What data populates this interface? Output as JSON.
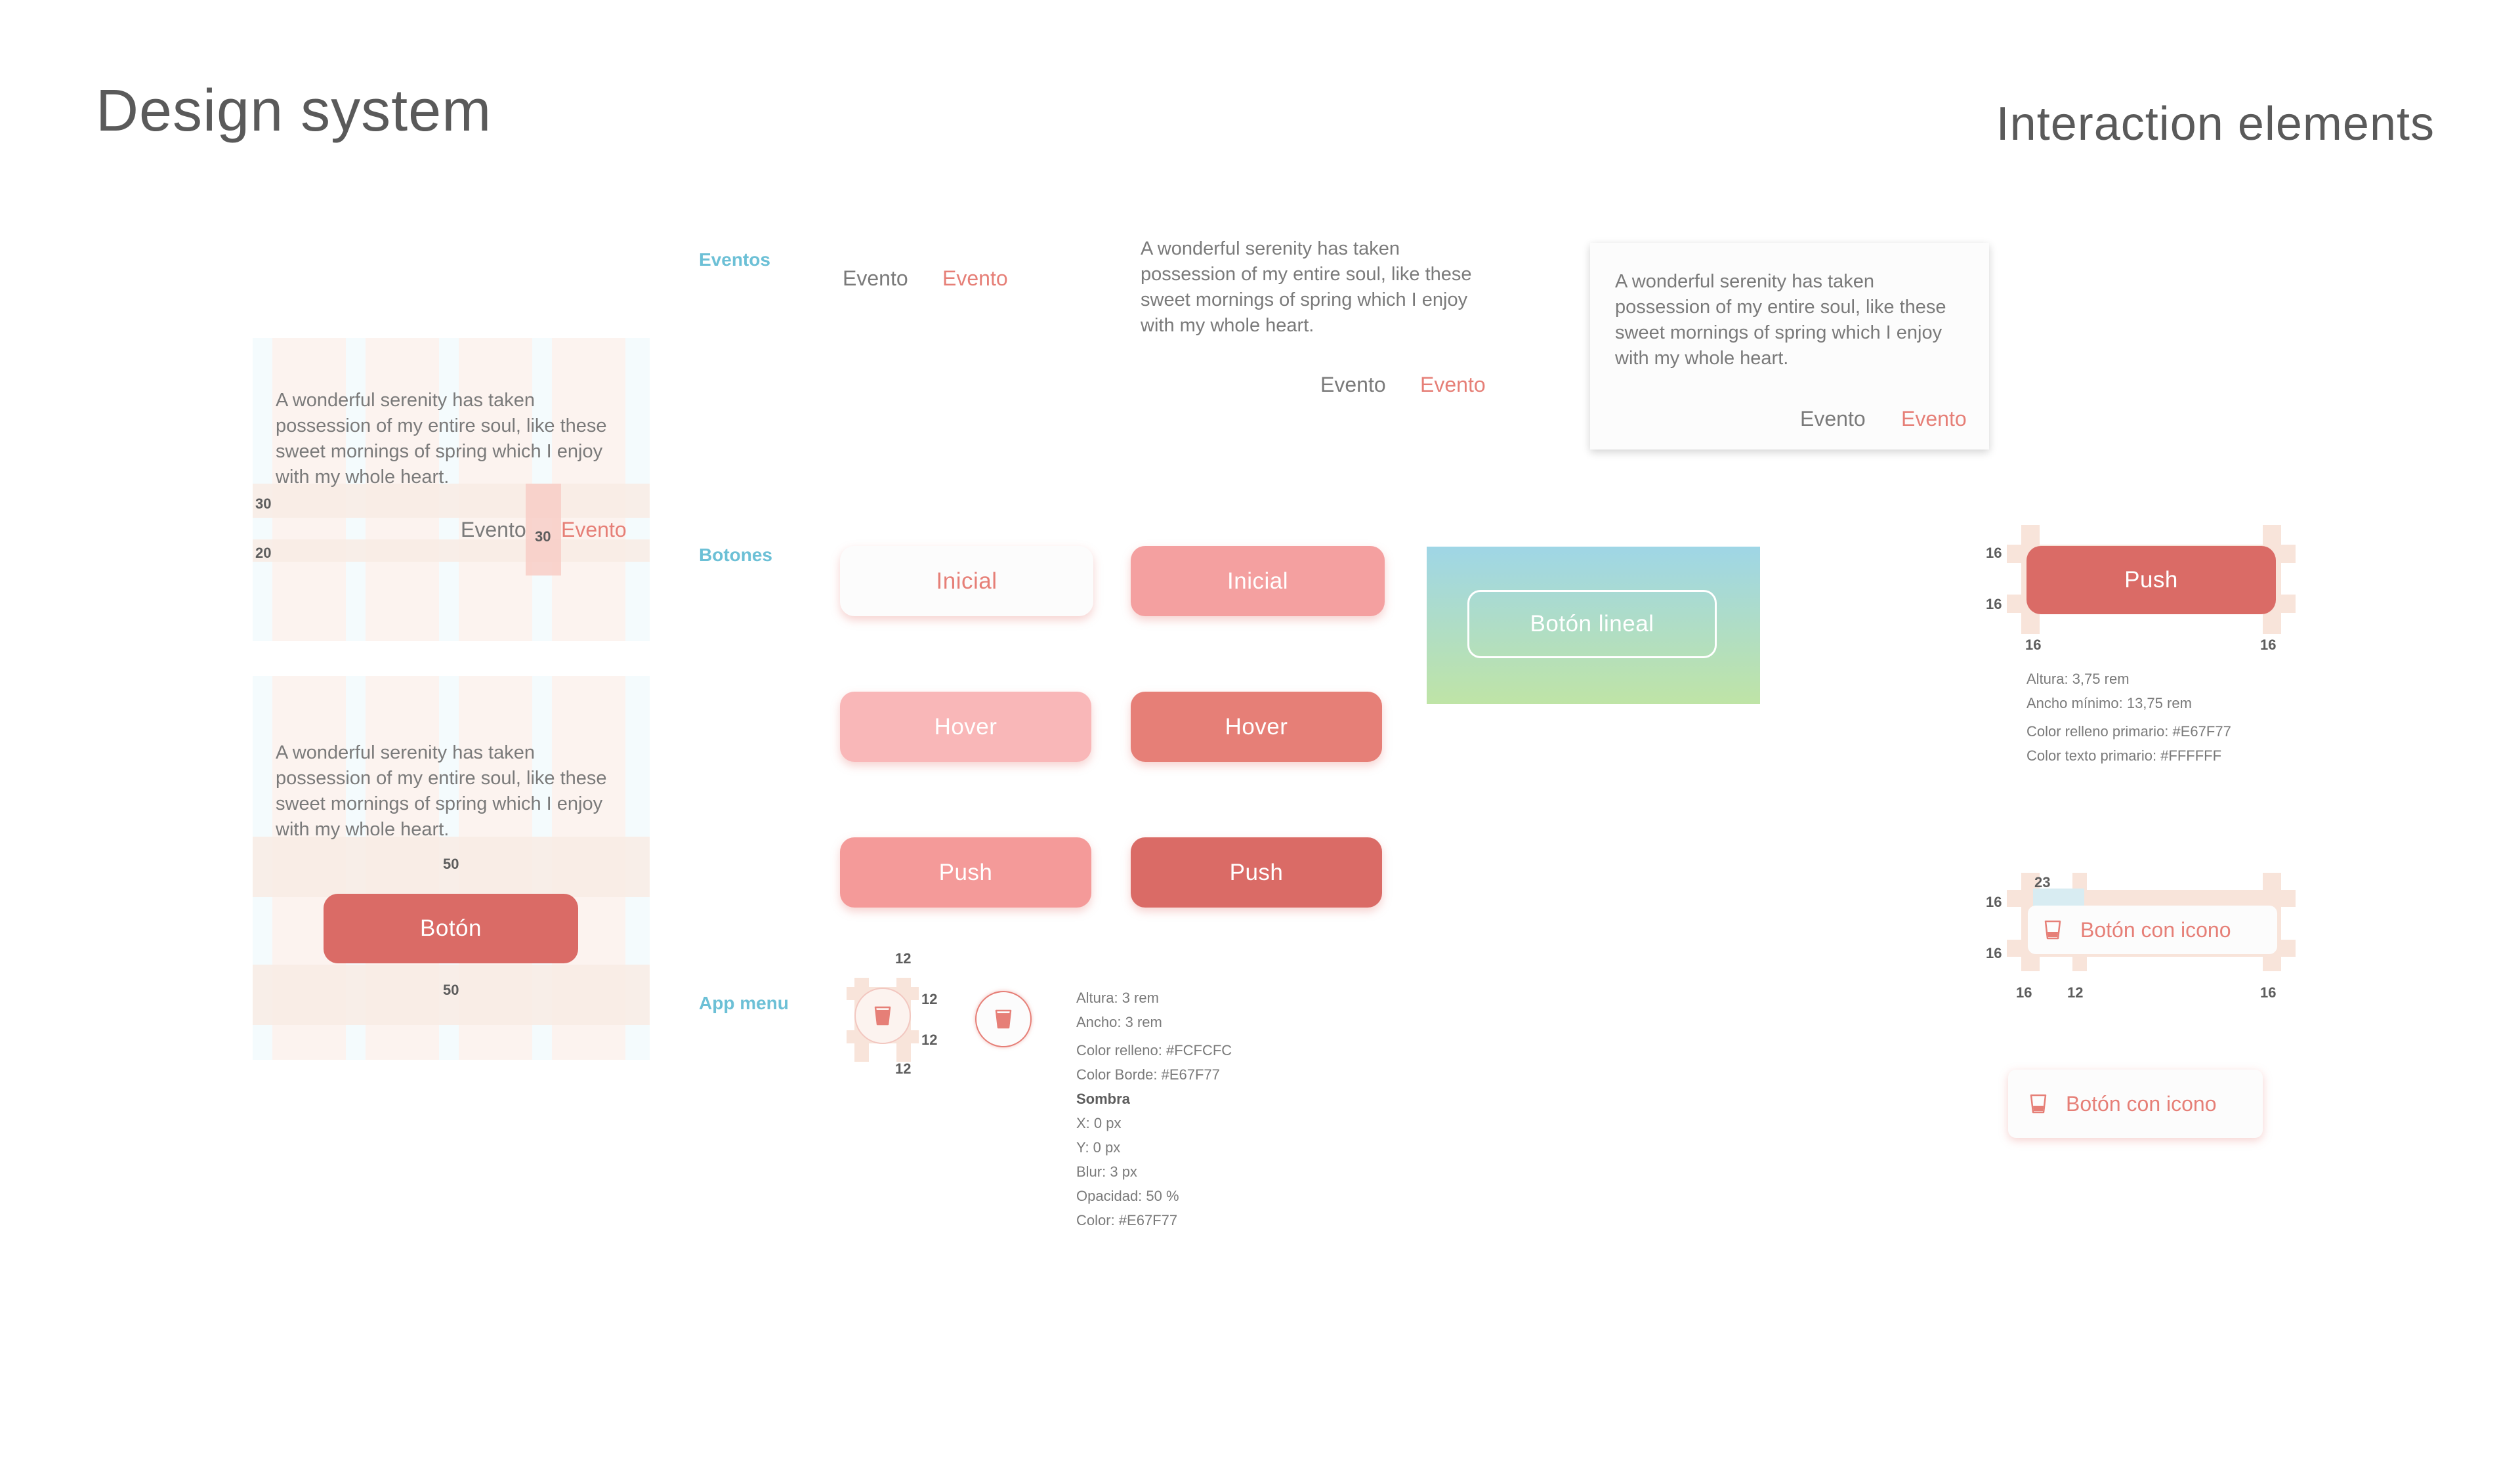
{
  "header": {
    "title": "Design system",
    "subtitle": "Interaction elements"
  },
  "sections": {
    "eventos": "Eventos",
    "botones": "Botones",
    "app_menu": "App menu"
  },
  "sample_text": "A wonderful serenity has taken possession of my entire soul, like these sweet mornings of spring which I enjoy with my whole heart.",
  "event_link": "Evento",
  "measures": {
    "m30": "30",
    "m20": "20",
    "m50": "50",
    "m12": "12",
    "m16": "16",
    "m23": "23"
  },
  "buttons": {
    "boton": "Botón",
    "inicial": "Inicial",
    "hover": "Hover",
    "push": "Push",
    "boton_lineal": "Botón lineal",
    "boton_con_icono": "Botón con icono"
  },
  "push_spec": [
    "Altura: 3,75 rem",
    "Ancho mínimo: 13,75 rem",
    "Color relleno primario: #E67F77",
    "Color texto primario: #FFFFFF"
  ],
  "app_menu_spec": {
    "lines_top": [
      "Altura: 3 rem",
      "Ancho: 3 rem"
    ],
    "lines_mid": [
      "Color relleno: #FCFCFC",
      "Color Borde: #E67F77"
    ],
    "shadow_title": "Sombra",
    "lines_shadow": [
      "X: 0 px",
      "Y: 0 px",
      "Blur: 3 px",
      "Opacidad: 50 %",
      "Color: #E67F77"
    ]
  },
  "colors": {
    "primary": "#E67F77",
    "fill": "#FCFCFC",
    "text_primary": "#FFFFFF",
    "label": "#6CC0D6"
  },
  "icons": [
    "cup-icon"
  ]
}
